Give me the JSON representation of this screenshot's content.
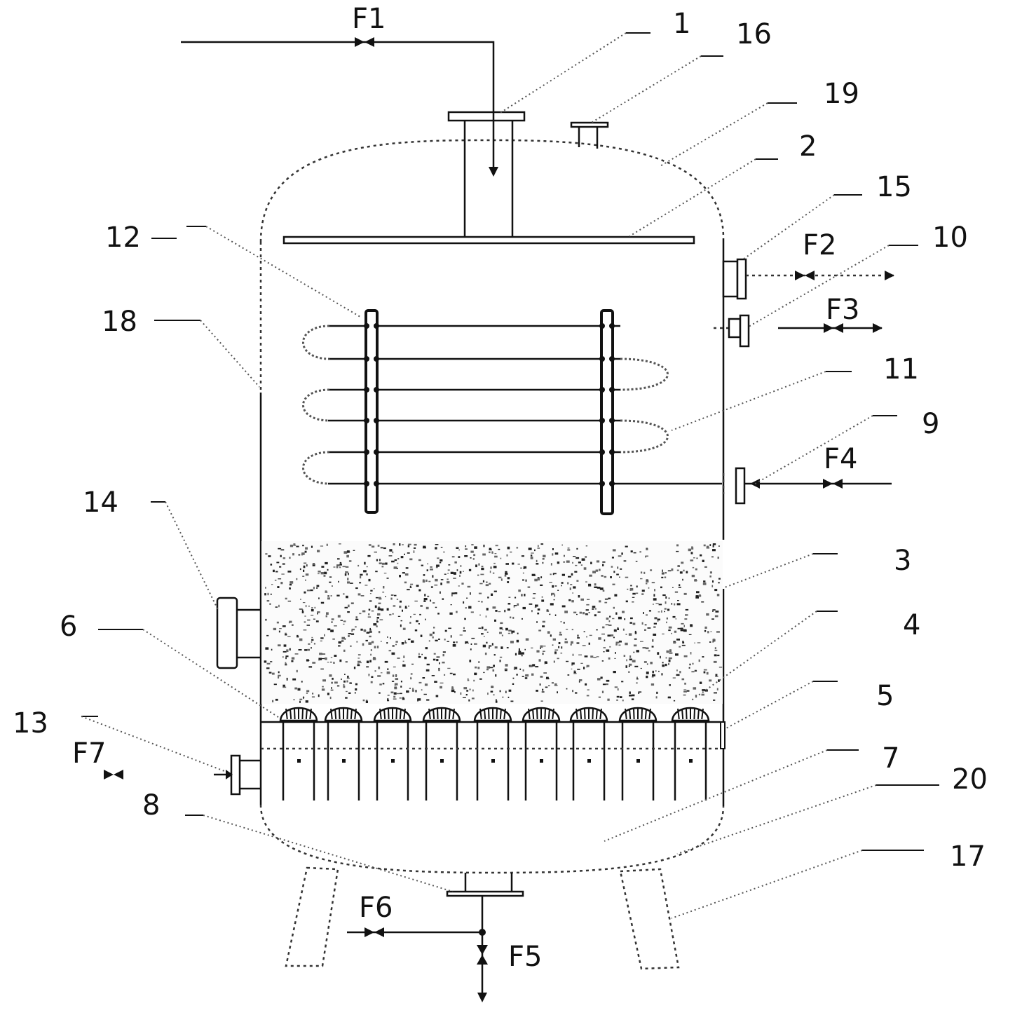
{
  "labels": {
    "l1": "1",
    "l2": "2",
    "l3": "3",
    "l4": "4",
    "l5": "5",
    "l6": "6",
    "l7": "7",
    "l8": "8",
    "l9": "9",
    "l10": "10",
    "l11": "11",
    "l12": "12",
    "l13": "13",
    "l14": "14",
    "l15": "15",
    "l16": "16",
    "l17": "17",
    "l18": "18",
    "l19": "19",
    "l20": "20"
  },
  "valves": {
    "f1": "F1",
    "f2": "F2",
    "f3": "F3",
    "f4": "F4",
    "f5": "F5",
    "f6": "F6",
    "f7": "F7"
  }
}
